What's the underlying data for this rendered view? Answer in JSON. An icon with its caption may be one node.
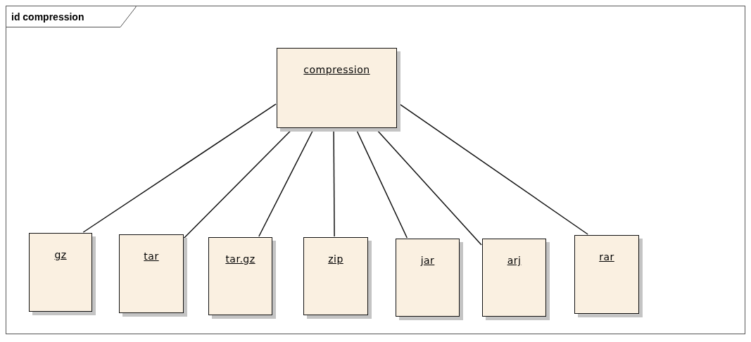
{
  "diagram": {
    "nodes": [
      {
        "text": [
          "id compression"
        ]
      },
      {
        "text": [
          "compression"
        ],
        "in": 0
      },
      {
        "text": [
          "gz"
        ],
        "in": 0
      },
      {
        "text": [
          "tar"
        ],
        "in": 0
      },
      {
        "text": [
          "tar.gz"
        ],
        "in": 0
      },
      {
        "text": [
          "zip"
        ],
        "in": 0
      },
      {
        "text": [
          "jar"
        ],
        "in": 0
      },
      {
        "text": [
          "arj"
        ],
        "in": 0
      },
      {
        "text": [
          "rar"
        ],
        "in": 0
      }
    ],
    "edges": [
      {
        "from": 1,
        "to": 2,
        "arrow": "none"
      },
      {
        "from": 1,
        "to": 3,
        "arrow": "none"
      },
      {
        "from": 1,
        "to": 4,
        "arrow": "none"
      },
      {
        "from": 1,
        "to": 5,
        "arrow": "none"
      },
      {
        "from": 1,
        "to": 6,
        "arrow": "none"
      },
      {
        "from": 1,
        "to": 7,
        "arrow": "none"
      },
      {
        "from": 1,
        "to": 8,
        "arrow": "none"
      }
    ]
  }
}
